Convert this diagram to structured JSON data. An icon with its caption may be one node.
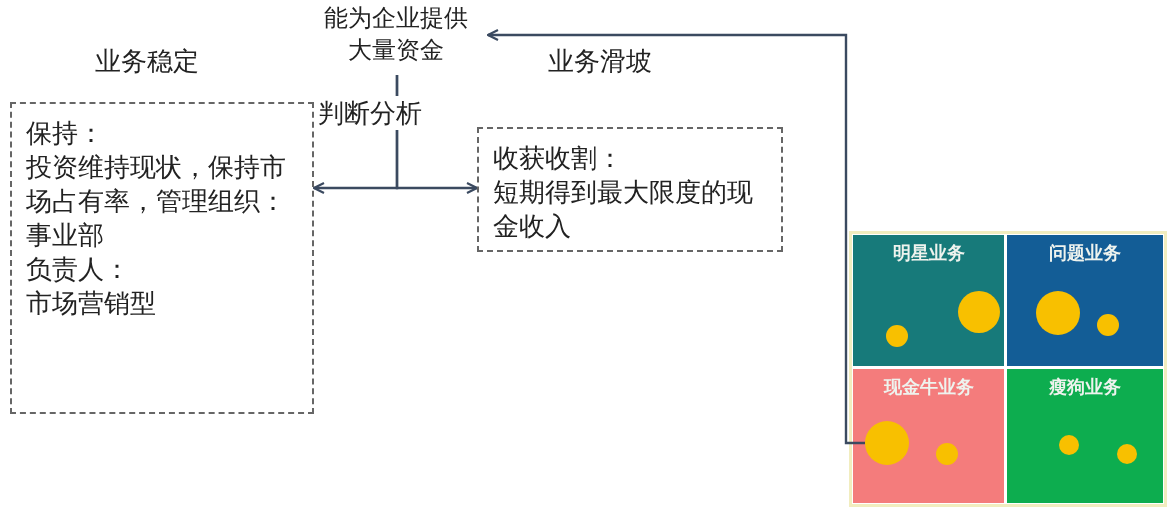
{
  "diagram": {
    "nodes": [
      {
        "text": [
          "能为企业提供大量资金"
        ]
      },
      {
        "text": [
          "保持：",
          "投资维持现状，保持市场占有率，管理组织：",
          "事业部",
          "负责人：",
          "市场营销型"
        ]
      },
      {
        "text": [
          "收获收割：",
          "短期得到最大限度的现金收入"
        ]
      },
      {
        "text": [
          "明星业务"
        ]
      },
      {
        "text": [],
        "shape": "circle",
        "in": 3
      },
      {
        "text": [],
        "shape": "circle",
        "in": 3
      },
      {
        "text": [
          "问题业务"
        ]
      },
      {
        "text": [],
        "shape": "circle",
        "in": 6
      },
      {
        "text": [],
        "shape": "circle",
        "in": 6
      },
      {
        "text": [
          "现金牛业务"
        ]
      },
      {
        "text": [],
        "shape": "circle",
        "in": 9
      },
      {
        "text": [],
        "shape": "circle",
        "in": 9
      },
      {
        "text": [
          "瘦狗业务"
        ]
      },
      {
        "text": [],
        "shape": "circle",
        "in": 12
      },
      {
        "text": [],
        "shape": "circle",
        "in": 12
      }
    ],
    "edges": [
      {
        "from": 0,
        "to": 1,
        "arrow": "to"
      },
      {
        "from": 0,
        "to": 2,
        "arrow": "to"
      },
      {
        "from": 10,
        "to": 0,
        "arrow": "to"
      }
    ],
    "labels": [
      "业务稳定",
      "业务滑坡",
      "判断分析"
    ]
  }
}
